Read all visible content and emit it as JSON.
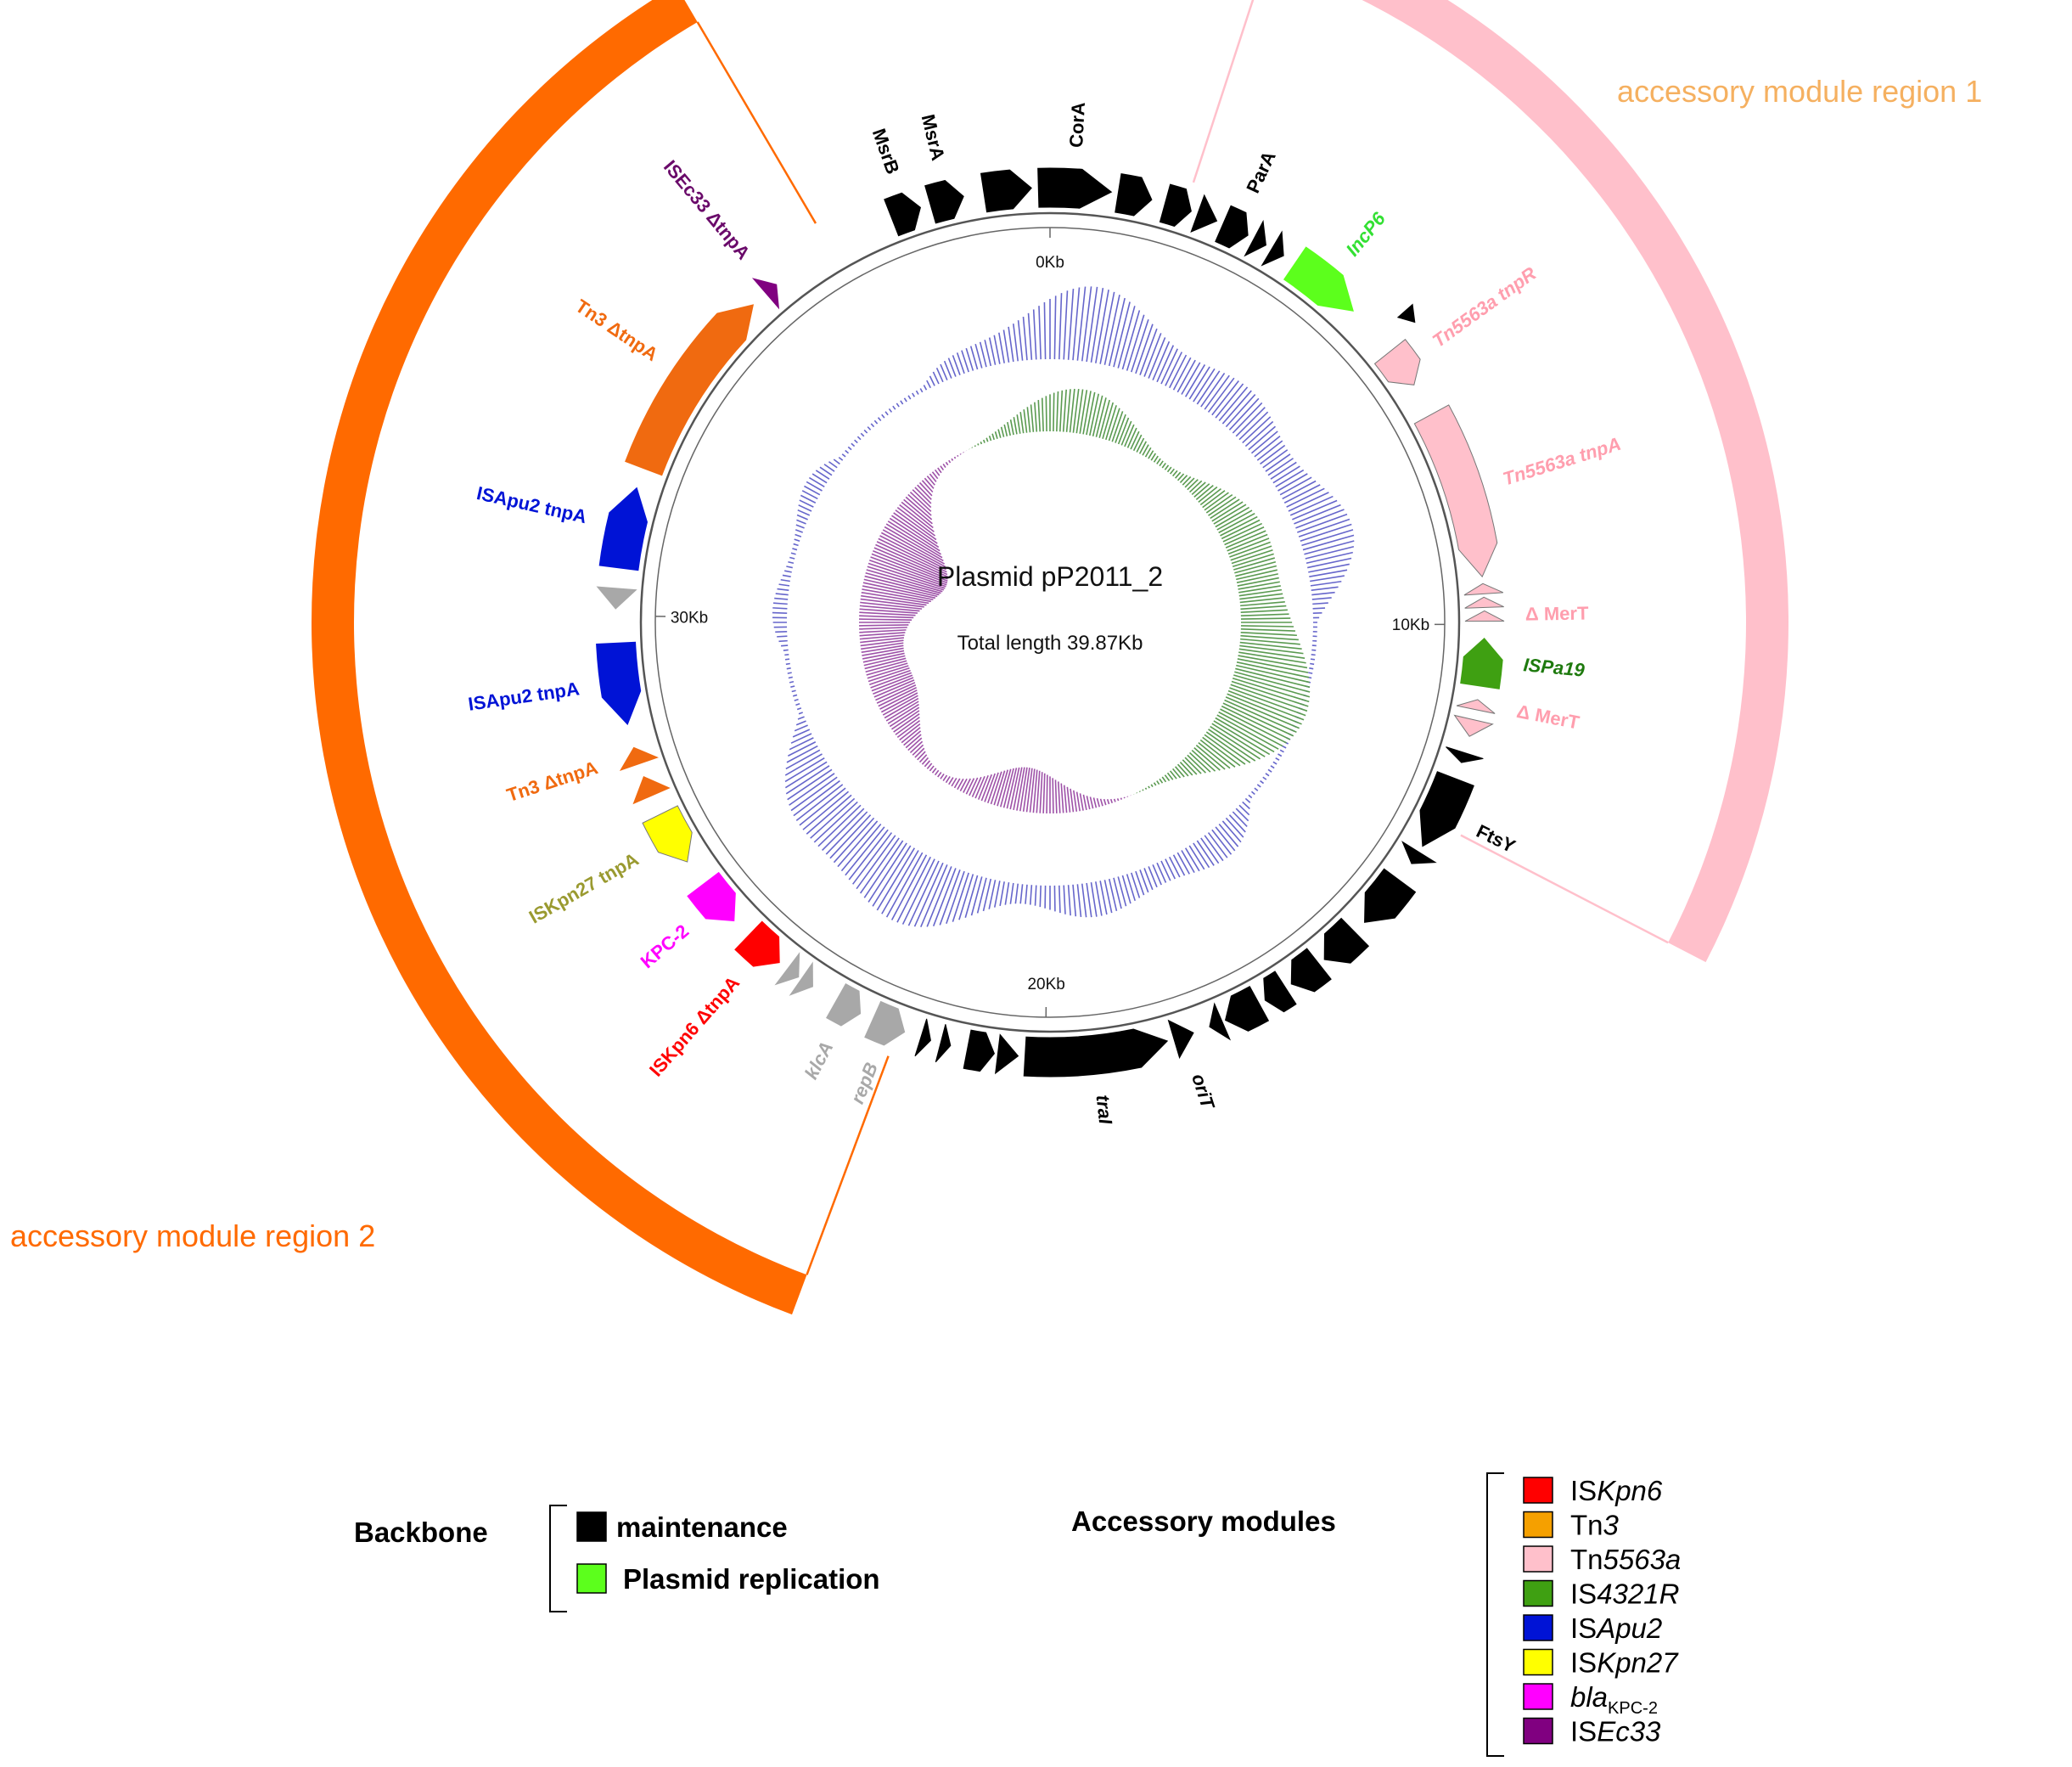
{
  "plasmid": {
    "title": "Plasmid pP2011_2",
    "length_text": "Total length 39.87Kb",
    "total_kb": 39.87
  },
  "scale_ticks": [
    {
      "label": "0Kb",
      "kb": 0
    },
    {
      "label": "10Kb",
      "kb": 10
    },
    {
      "label": "20Kb",
      "kb": 20
    },
    {
      "label": "30Kb",
      "kb": 30
    }
  ],
  "colors": {
    "maintenance": "#000000",
    "replication": "#5cff1c",
    "ISKpn6": "#ff0000",
    "Tn3": "#f5a000",
    "Tn5563a": "#ffc0cb",
    "IS4321R": "#3fa012",
    "ISApu2": "#0013d6",
    "ISKpn27": "#ffff00",
    "blaKPC2": "#ff00ff",
    "ISEc33": "#800080",
    "other": "#a8a8a8",
    "region2_band": "#ff6a00",
    "region1_band": "#ffc0cb",
    "gc_content": "#4b4bc2",
    "gc_skew_pos": "#5a9a50",
    "gc_skew_neg": "#9e52a8"
  },
  "regions": [
    {
      "key": "region1",
      "label": "accessory module region 1",
      "text_color": "#f5b060",
      "start_kb": 2.0,
      "end_kb": 13.0
    },
    {
      "key": "region2",
      "label": "accessory module region 2",
      "text_color": "#ff6a00",
      "start_kb": 22.2,
      "end_kb": 36.5
    }
  ],
  "genes": [
    {
      "label": "MsrB",
      "color": "#000000",
      "start_kb": 37.5,
      "end_kb": 37.95,
      "dir": 1,
      "label_color": "#000000",
      "italic": false
    },
    {
      "label": "MsrA",
      "color": "#000000",
      "start_kb": 38.1,
      "end_kb": 38.6,
      "dir": 1,
      "label_color": "#000000",
      "italic": false
    },
    {
      "label": "",
      "color": "#000000",
      "start_kb": 38.9,
      "end_kb": 39.6,
      "dir": 1
    },
    {
      "label": "CorA",
      "color": "#000000",
      "start_kb": 39.7,
      "end_kb": 0.9,
      "dir": 1,
      "label_color": "#000000",
      "italic": false
    },
    {
      "label": "",
      "color": "#000000",
      "start_kb": 1.0,
      "end_kb": 1.5,
      "dir": 1
    },
    {
      "label": "",
      "color": "#000000",
      "start_kb": 1.7,
      "end_kb": 2.1,
      "dir": 1
    },
    {
      "label": "",
      "color": "#000000",
      "start_kb": 2.2,
      "end_kb": 2.5,
      "dir": 1
    },
    {
      "label": "ParA",
      "color": "#000000",
      "start_kb": 2.6,
      "end_kb": 3.0,
      "dir": 1,
      "label_color": "#000000",
      "italic": false
    },
    {
      "label": "",
      "color": "#000000",
      "start_kb": 3.1,
      "end_kb": 3.3,
      "dir": 1
    },
    {
      "label": "",
      "color": "#000000",
      "start_kb": 3.4,
      "end_kb": 3.6,
      "dir": 1
    },
    {
      "label": "IncP6",
      "color": "#5cff1c",
      "start_kb": 3.8,
      "end_kb": 4.9,
      "dir": 1,
      "label_color": "#33e033",
      "italic": true
    },
    {
      "label": "",
      "color": "#000000",
      "start_kb": 5.4,
      "end_kb": 5.6,
      "dir": 1,
      "row": "outer"
    },
    {
      "label": "Tn5563a tnpR",
      "color": "#ffc0cb",
      "start_kb": 5.7,
      "end_kb": 6.3,
      "dir": 1,
      "label_color": "#ff9eae",
      "italic": true
    },
    {
      "label": "Tn5563a tnpA",
      "color": "#ffc0cb",
      "start_kb": 6.8,
      "end_kb": 9.3,
      "dir": 1,
      "label_color": "#ff9eae",
      "italic": true
    },
    {
      "label": "",
      "color": "#ffc0cb",
      "start_kb": 9.4,
      "end_kb": 9.55,
      "dir": -1
    },
    {
      "label": "",
      "color": "#ffc0cb",
      "start_kb": 9.6,
      "end_kb": 9.75,
      "dir": -1
    },
    {
      "label": "Δ MerT",
      "color": "#ffc0cb",
      "start_kb": 9.8,
      "end_kb": 9.95,
      "dir": -1,
      "label_color": "#ff9eae",
      "italic": false
    },
    {
      "label": "ISPa19",
      "color": "#3fa012",
      "start_kb": 10.2,
      "end_kb": 10.9,
      "dir": -1,
      "label_color": "#1e7a0e",
      "italic": true
    },
    {
      "label": "Δ MerT",
      "color": "#ffc0cb",
      "start_kb": 11.1,
      "end_kb": 11.25,
      "dir": -1,
      "label_color": "#ff9eae",
      "italic": false
    },
    {
      "label": "",
      "color": "#ffc0cb",
      "start_kb": 11.4,
      "end_kb": 11.65,
      "dir": 1
    },
    {
      "label": "",
      "color": "#000000",
      "start_kb": 11.9,
      "end_kb": 12.05,
      "dir": 1
    },
    {
      "label": "FtsY",
      "color": "#000000",
      "start_kb": 12.3,
      "end_kb": 13.4,
      "dir": 1,
      "label_color": "#000000",
      "italic": false
    },
    {
      "label": "",
      "color": "#000000",
      "start_kb": 13.5,
      "end_kb": 13.7,
      "dir": 1
    },
    {
      "label": "",
      "color": "#000000",
      "start_kb": 14.0,
      "end_kb": 14.8,
      "dir": 1
    },
    {
      "label": "",
      "color": "#000000",
      "start_kb": 15.0,
      "end_kb": 15.6,
      "dir": 1
    },
    {
      "label": "",
      "color": "#000000",
      "start_kb": 15.7,
      "end_kb": 16.2,
      "dir": 1
    },
    {
      "label": "",
      "color": "#000000",
      "start_kb": 16.3,
      "end_kb": 16.65,
      "dir": 1
    },
    {
      "label": "",
      "color": "#000000",
      "start_kb": 16.75,
      "end_kb": 17.3,
      "dir": 1
    },
    {
      "label": "",
      "color": "#000000",
      "start_kb": 17.35,
      "end_kb": 17.55,
      "dir": 1
    },
    {
      "label": "oriT",
      "color": "#000000",
      "start_kb": 17.8,
      "end_kb": 18.1,
      "dir": -1,
      "label_color": "#000000",
      "italic": true
    },
    {
      "label": "traI",
      "color": "#000000",
      "start_kb": 18.2,
      "end_kb": 20.3,
      "dir": -1,
      "label_color": "#000000",
      "italic": true
    },
    {
      "label": "",
      "color": "#000000",
      "start_kb": 20.4,
      "end_kb": 20.7,
      "dir": -1
    },
    {
      "label": "",
      "color": "#000000",
      "start_kb": 20.75,
      "end_kb": 21.15,
      "dir": -1
    },
    {
      "label": "",
      "color": "#000000",
      "start_kb": 21.4,
      "end_kb": 21.55,
      "dir": -1
    },
    {
      "label": "",
      "color": "#000000",
      "start_kb": 21.7,
      "end_kb": 21.85,
      "dir": -1
    },
    {
      "label": "repB",
      "color": "#a8a8a8",
      "start_kb": 22.1,
      "end_kb": 22.6,
      "dir": -1,
      "label_color": "#a8a8a8",
      "italic": true
    },
    {
      "label": "klcA",
      "color": "#a8a8a8",
      "start_kb": 22.8,
      "end_kb": 23.2,
      "dir": -1,
      "label_color": "#a8a8a8",
      "italic": true
    },
    {
      "label": "",
      "color": "#a8a8a8",
      "start_kb": 23.6,
      "end_kb": 23.8,
      "dir": -1
    },
    {
      "label": "",
      "color": "#a8a8a8",
      "start_kb": 23.85,
      "end_kb": 24.05,
      "dir": -1
    },
    {
      "label": "ISKpn6 ΔtnpA",
      "color": "#ff0000",
      "start_kb": 24.2,
      "end_kb": 24.8,
      "dir": -1,
      "label_color": "#ff0000",
      "italic": false
    },
    {
      "label": "KPC-2",
      "color": "#ff00ff",
      "start_kb": 25.1,
      "end_kb": 25.8,
      "dir": -1,
      "label_color": "#ff00ff",
      "italic": false
    },
    {
      "label": "ISKpn27 tnpA",
      "color": "#ffff00",
      "start_kb": 26.2,
      "end_kb": 27.0,
      "dir": -1,
      "label_color": "#9a9a30",
      "italic": false
    },
    {
      "label": "",
      "color": "#f06a10",
      "start_kb": 27.3,
      "end_kb": 27.6,
      "dir": 1
    },
    {
      "label": "Tn3 ΔtnpA",
      "color": "#f06a10",
      "start_kb": 27.8,
      "end_kb": 28.05,
      "dir": 1,
      "label_color": "#f06a10",
      "italic": false
    },
    {
      "label": "ISApu2 tnpA",
      "color": "#0013d6",
      "start_kb": 28.4,
      "end_kb": 29.6,
      "dir": -1,
      "label_color": "#0013d6",
      "italic": false
    },
    {
      "label": "",
      "color": "#a8a8a8",
      "start_kb": 30.1,
      "end_kb": 30.4,
      "dir": -1
    },
    {
      "label": "ISApu2 tnpA",
      "color": "#0013d6",
      "start_kb": 30.7,
      "end_kb": 31.9,
      "dir": 1,
      "label_color": "#0013d6",
      "italic": false
    },
    {
      "label": "Tn3 ΔtnpA",
      "color": "#f06a10",
      "start_kb": 32.2,
      "end_kb": 35.1,
      "dir": 1,
      "label_color": "#f06a10",
      "italic": false
    },
    {
      "label": "ISEc33 ΔtnpA",
      "color": "#800080",
      "start_kb": 35.35,
      "end_kb": 35.55,
      "dir": 1,
      "label_color": "#6a0a6a",
      "italic": false
    }
  ],
  "legend": {
    "backbone_title": "Backbone",
    "backbone_items": [
      {
        "label": "maintenance",
        "color": "#000000"
      },
      {
        "label": "Plasmid replication",
        "color": "#5cff1c"
      }
    ],
    "accessory_title": "Accessory modules",
    "accessory_items": [
      {
        "prefix": "IS",
        "italic": "Kpn6",
        "sub": "",
        "color": "#ff0000"
      },
      {
        "prefix": "Tn",
        "italic": "3",
        "sub": "",
        "color": "#f5a000"
      },
      {
        "prefix": "Tn",
        "italic": "5563a",
        "sub": "",
        "color": "#ffc0cb"
      },
      {
        "prefix": "IS",
        "italic": "4321R",
        "sub": "",
        "color": "#3fa012"
      },
      {
        "prefix": "IS",
        "italic": "Apu2",
        "sub": "",
        "color": "#0013d6"
      },
      {
        "prefix": "IS",
        "italic": "Kpn27",
        "sub": "",
        "color": "#ffff00"
      },
      {
        "prefix": "",
        "italic": "bla",
        "sub": "KPC-2",
        "color": "#ff00ff"
      },
      {
        "prefix": "IS",
        "italic": "Ec33",
        "sub": "",
        "color": "#800080"
      }
    ]
  }
}
